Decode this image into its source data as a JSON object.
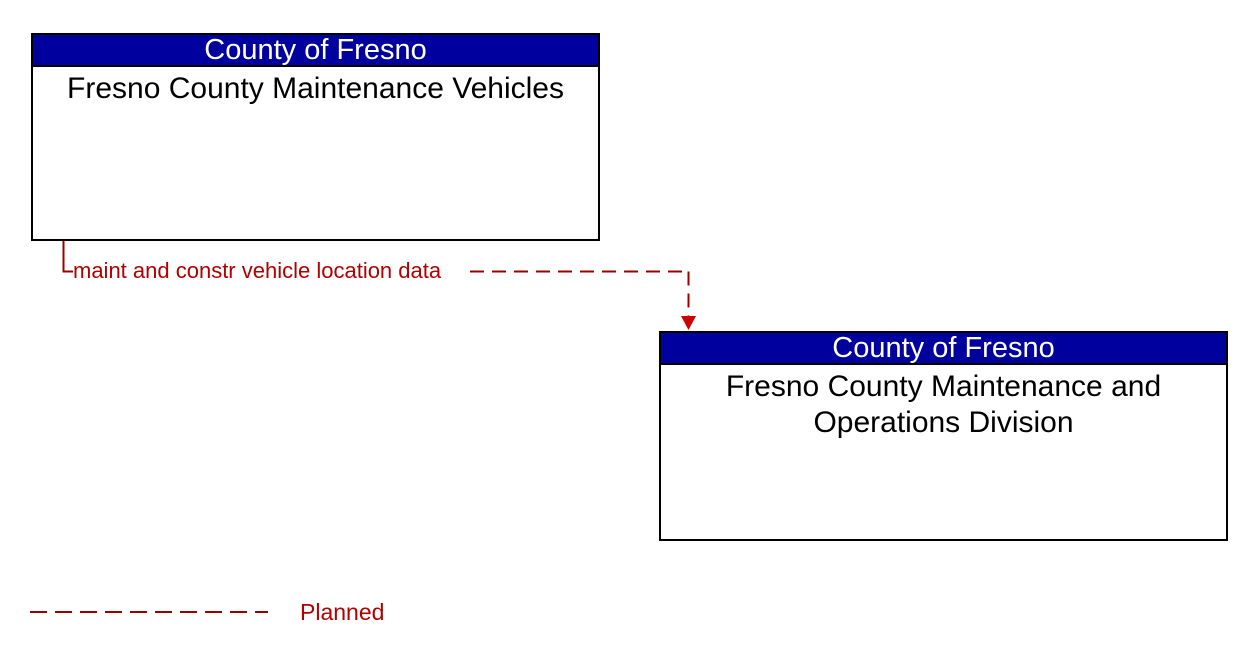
{
  "entities": [
    {
      "group": "County of Fresno",
      "name": "Fresno County Maintenance Vehicles",
      "role": "source"
    },
    {
      "group": "County of Fresno",
      "name": "Fresno County Maintenance and Operations Division",
      "role": "destination"
    }
  ],
  "flow": {
    "label": "maint and constr vehicle location data",
    "status": "Planned",
    "direction": "source-to-destination"
  },
  "legend": {
    "label": "Planned",
    "line_style": "dashed"
  },
  "colors": {
    "background": "#FFFFFF",
    "header_background": "#00009E",
    "header_text": "#FFFFFF",
    "box_border": "#000000",
    "entity_text": "#000000",
    "flow_line": "#990000",
    "flow_label_text": "#B00000",
    "arrowhead": "#CC0000"
  }
}
